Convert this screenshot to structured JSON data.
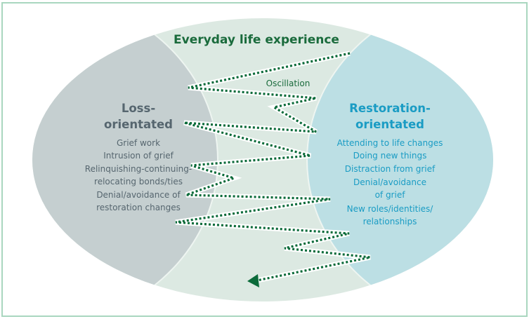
{
  "colors": {
    "outer_fill": "#dce9e2",
    "loss_fill": "#c5cfd0",
    "restoration_fill": "#bcdfe4",
    "boundary": "#eef5f1",
    "path_dots": "#0b6b3a",
    "path_strip": "#ffffff",
    "title": "#1a6b3c",
    "loss_text": "#56666f",
    "restoration_text": "#1a9cc4",
    "frame": "#a9d6bf"
  },
  "title": "Everyday life experience",
  "oscillation_label": "Oscillation",
  "loss": {
    "heading": [
      "Loss-",
      "orientated"
    ],
    "items": [
      "Grief work",
      "Intrusion of grief",
      "Relinquishing-continuing-",
      "relocating bonds/ties",
      "Denial/avoidance of",
      "restoration changes"
    ]
  },
  "restoration": {
    "heading": [
      "Restoration-",
      "orientated"
    ],
    "items": [
      "Attending to life changes",
      "Doing new things",
      "Distraction from grief",
      "Denial/avoidance",
      "of grief",
      "New roles/identities/",
      "relationships"
    ]
  },
  "oscillation_path": {
    "description": "Dotted zigzag line oscillating between loss-orientated and restoration-orientated regions, ending in an arrowhead",
    "direction_end": "arrow-left-bottom"
  }
}
